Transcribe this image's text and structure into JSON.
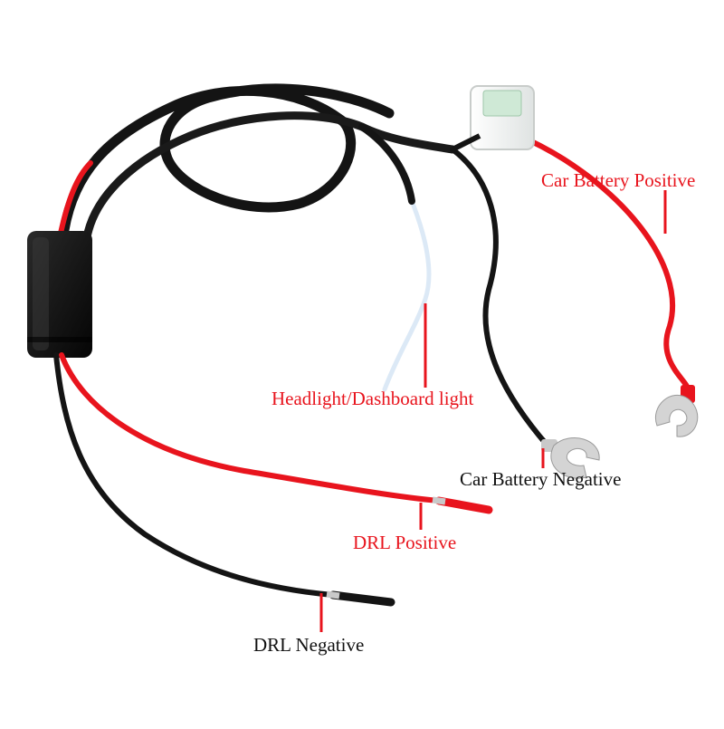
{
  "labels": {
    "battery_positive": "Car Battery Positive",
    "headlight": "Headlight/Dashboard light",
    "battery_negative": "Car Battery Negative",
    "drl_positive": "DRL Positive",
    "drl_negative": "DRL Negative"
  },
  "colors": {
    "red_wire": "#e8141d",
    "black_wire": "#141414",
    "label_red": "#e8141d",
    "label_black": "#111111",
    "fuse_holder": "#f2f4f3",
    "white_wire": "#eaf2fb"
  }
}
